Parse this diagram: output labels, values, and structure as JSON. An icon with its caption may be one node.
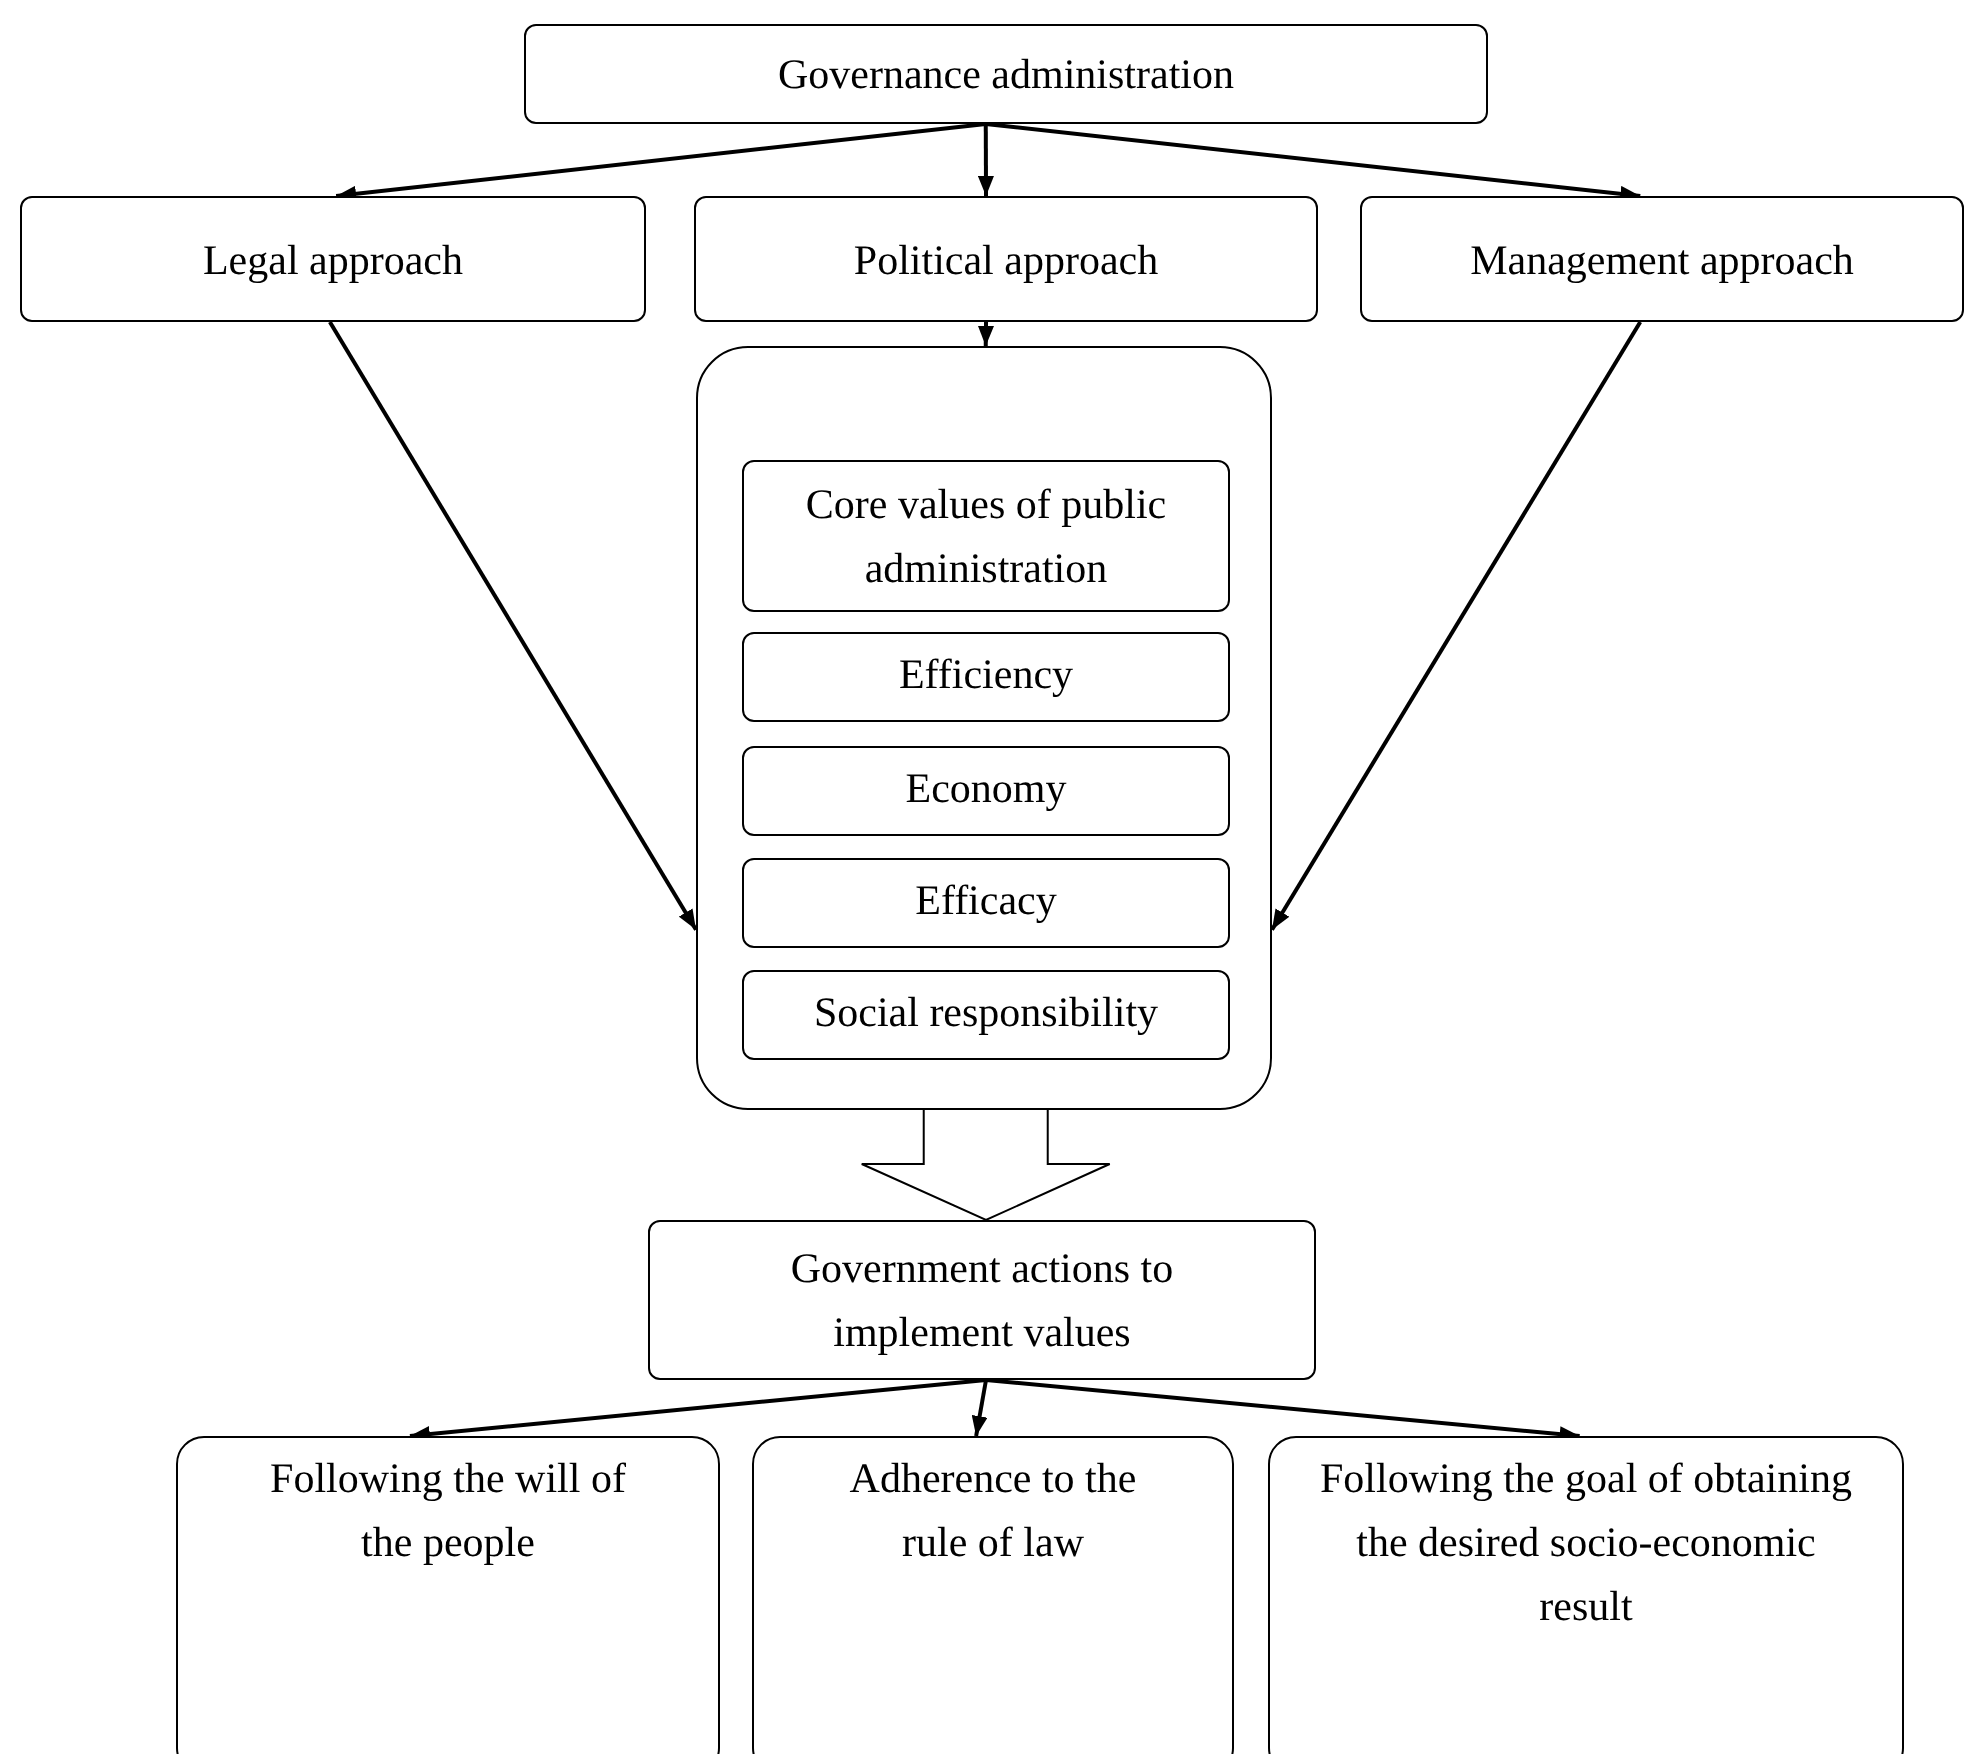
{
  "diagram": {
    "nodes": [
      {
        "text": [
          "Governance administration"
        ]
      },
      {
        "text": [
          "Legal approach"
        ]
      },
      {
        "text": [
          "Political approach"
        ]
      },
      {
        "text": [
          "Management approach"
        ]
      },
      {
        "text": [],
        "shape": "box"
      },
      {
        "text": [
          "Core values of public administration"
        ],
        "in": 4
      },
      {
        "text": [
          "Efficiency"
        ],
        "in": 4
      },
      {
        "text": [
          "Economy"
        ],
        "in": 4
      },
      {
        "text": [
          "Efficacy"
        ],
        "in": 4
      },
      {
        "text": [
          "Social responsibility"
        ],
        "in": 4
      },
      {
        "text": [
          "Government actions to implement values"
        ]
      },
      {
        "text": [
          "Following the will of the people"
        ]
      },
      {
        "text": [
          "Adherence to the rule of law"
        ]
      },
      {
        "text": [
          "Following the goal of obtaining the desired socio-economic result"
        ]
      }
    ],
    "edges": [
      {
        "from": 0,
        "to": 1,
        "arrow": "to"
      },
      {
        "from": 0,
        "to": 2,
        "arrow": "to"
      },
      {
        "from": 0,
        "to": 3,
        "arrow": "to"
      },
      {
        "from": 1,
        "to": 4,
        "arrow": "to"
      },
      {
        "from": 2,
        "to": 4,
        "arrow": "to"
      },
      {
        "from": 3,
        "to": 4,
        "arrow": "to"
      },
      {
        "from": 4,
        "to": 10,
        "arrow": "to",
        "style": "thick"
      },
      {
        "from": 10,
        "to": 11,
        "arrow": "to"
      },
      {
        "from": 10,
        "to": 12,
        "arrow": "to"
      },
      {
        "from": 10,
        "to": 13,
        "arrow": "to"
      }
    ]
  }
}
